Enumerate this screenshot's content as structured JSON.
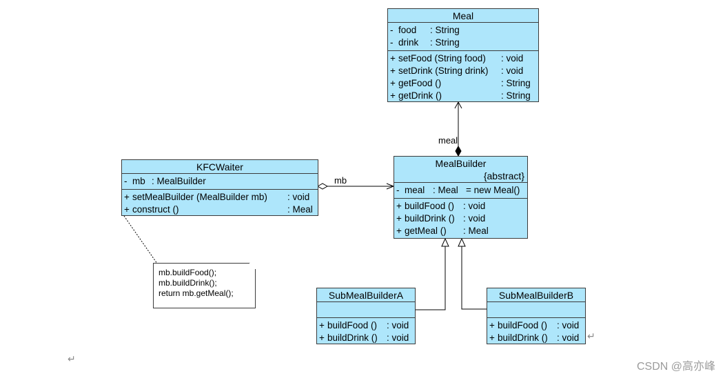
{
  "classes": {
    "meal": {
      "name": "Meal",
      "attributes": [
        {
          "vis": "-",
          "text": "food",
          "type": ": String"
        },
        {
          "vis": "-",
          "text": "drink",
          "type": ": String"
        }
      ],
      "operations": [
        {
          "vis": "+",
          "text": "setFood (String food)",
          "type": ": void"
        },
        {
          "vis": "+",
          "text": "setDrink (String drink)",
          "type": ": void"
        },
        {
          "vis": "+",
          "text": "getFood ()",
          "type": ": String"
        },
        {
          "vis": "+",
          "text": "getDrink ()",
          "type": ": String"
        }
      ]
    },
    "kfc_waiter": {
      "name": "KFCWaiter",
      "attributes": [
        {
          "vis": "-",
          "text": "mb",
          "type": ": MealBuilder"
        }
      ],
      "operations": [
        {
          "vis": "+",
          "text": "setMealBuilder (MealBuilder mb)",
          "type": ": void"
        },
        {
          "vis": "+",
          "text": "construct ()",
          "type": ": Meal"
        }
      ]
    },
    "meal_builder": {
      "name": "MealBuilder",
      "stereotype": "{abstract}",
      "attributes": [
        {
          "vis": "-",
          "text": "meal",
          "type": ": Meal",
          "extra": "= new Meal()"
        }
      ],
      "operations": [
        {
          "vis": "+",
          "text": "buildFood ()",
          "type": ": void"
        },
        {
          "vis": "+",
          "text": "buildDrink ()",
          "type": ": void"
        },
        {
          "vis": "+",
          "text": "getMeal ()",
          "type": ": Meal"
        }
      ]
    },
    "sub_a": {
      "name": "SubMealBuilderA",
      "operations": [
        {
          "vis": "+",
          "text": "buildFood ()",
          "type": ": void"
        },
        {
          "vis": "+",
          "text": "buildDrink ()",
          "type": ": void"
        }
      ]
    },
    "sub_b": {
      "name": "SubMealBuilderB",
      "operations": [
        {
          "vis": "+",
          "text": "buildFood ()",
          "type": ": void"
        },
        {
          "vis": "+",
          "text": "buildDrink ()",
          "type": ": void"
        }
      ]
    }
  },
  "note": {
    "lines": [
      "mb.buildFood();",
      "mb.buildDrink();",
      "return mb.getMeal();"
    ]
  },
  "labels": {
    "meal_role": "meal",
    "mb_role": "mb"
  },
  "watermark": "CSDN @高亦峰",
  "return_mark": "↵"
}
